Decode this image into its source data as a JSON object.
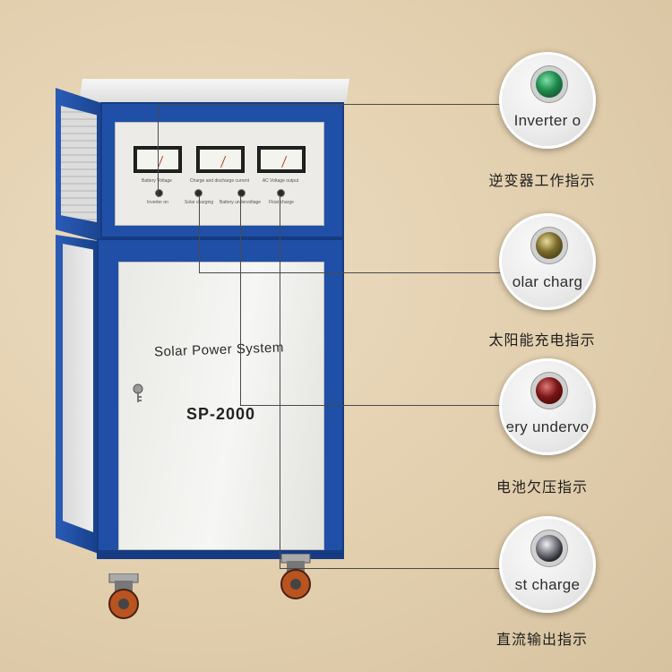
{
  "cabinet": {
    "door_title": "Solar Power System",
    "model": "SP-2000",
    "meters": [
      {
        "caption": "Battery Voltage"
      },
      {
        "caption": "Charge and discharge current"
      },
      {
        "caption": "AC Voltage output"
      }
    ],
    "leds": [
      {
        "caption": "Inverter on"
      },
      {
        "caption": "Solar charging"
      },
      {
        "caption": "Battery undervoltage"
      },
      {
        "caption": "Float charge"
      }
    ]
  },
  "indicators": [
    {
      "text": "Inverter o",
      "label": "逆变器工作指示",
      "lamp_color": "#1f8a4c",
      "icon": "green-lamp-icon"
    },
    {
      "text": "olar charg",
      "label": "太阳能充电指示",
      "lamp_color": "#7a6a2a",
      "icon": "amber-lamp-icon"
    },
    {
      "text": "ery undervo",
      "label": "电池欠压指示",
      "lamp_color": "#7a1515",
      "icon": "red-lamp-icon"
    },
    {
      "text": "st charge",
      "label": "直流输出指示",
      "lamp_color": "#2a2a32",
      "icon": "clear-lamp-icon"
    }
  ],
  "colors": {
    "cabinet_blue": "#1f4fa6",
    "background": "#e2cfae"
  }
}
